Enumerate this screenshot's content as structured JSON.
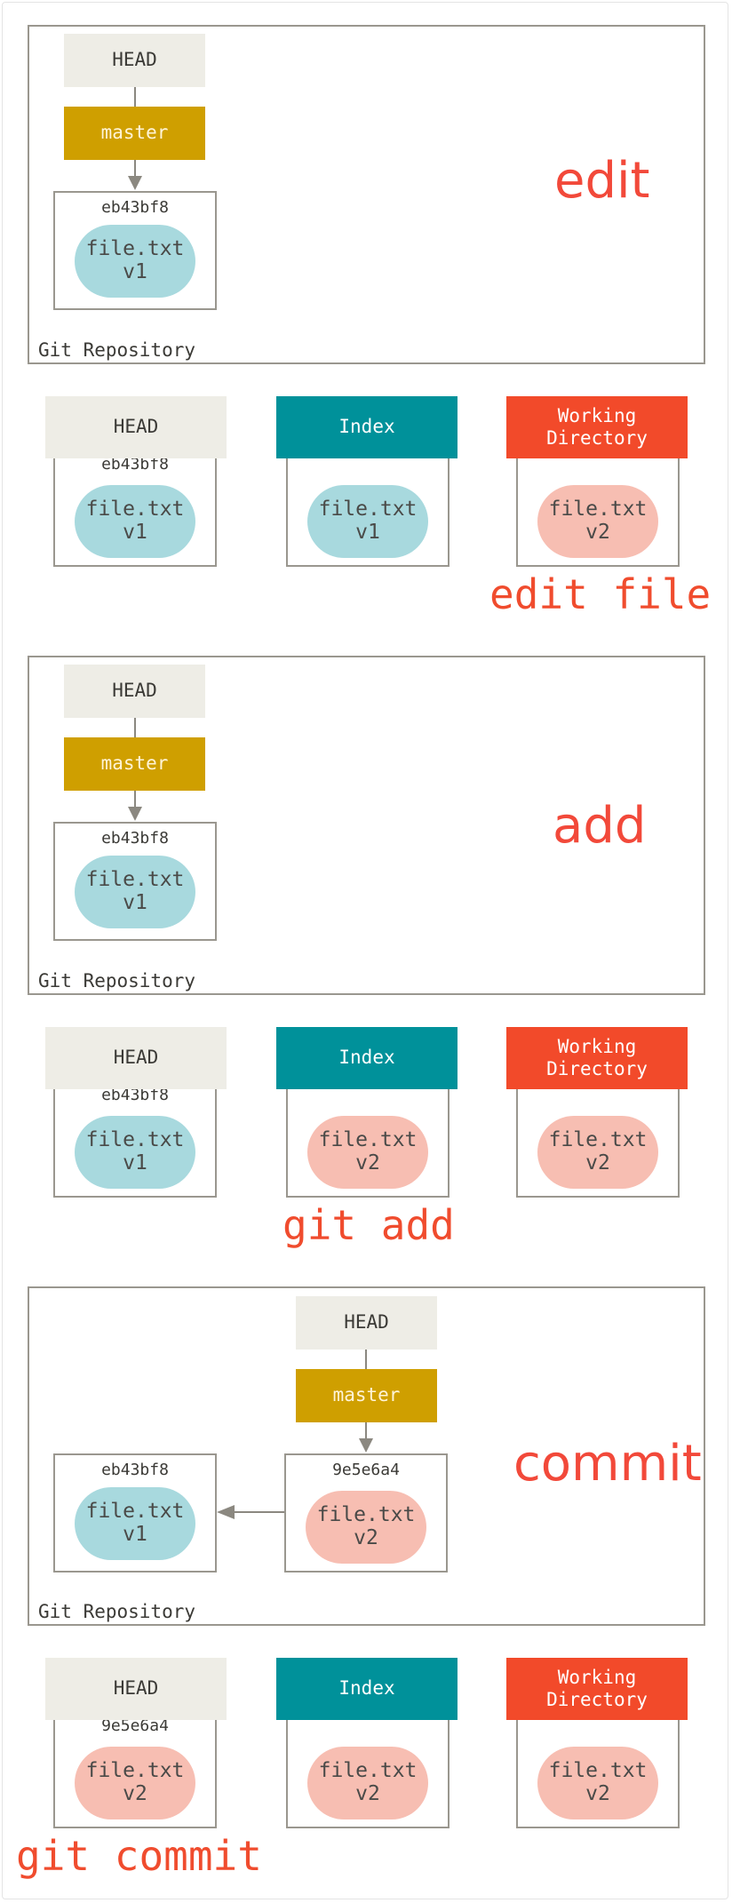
{
  "colors": {
    "head": "#eeede6",
    "master": "#cf9f00",
    "index": "#00919a",
    "working_directory": "#f24a2a",
    "blob_v1": "#a8d9de",
    "blob_v2": "#f7beb2",
    "operation_text": "#f2493a"
  },
  "labels": {
    "head": "HEAD",
    "master": "master",
    "index": "Index",
    "working_dir_line1": "Working",
    "working_dir_line2": "Directory",
    "git_repository": "Git Repository",
    "file_name": "file.txt",
    "version_v1": "v1",
    "version_v2": "v2",
    "commit_old": "eb43bf8",
    "commit_new": "9e5e6a4"
  },
  "steps": {
    "edit": {
      "operation": "edit",
      "command": "edit file"
    },
    "add": {
      "operation": "add",
      "command": "git add"
    },
    "commit": {
      "operation": "commit",
      "command": "git commit"
    }
  }
}
